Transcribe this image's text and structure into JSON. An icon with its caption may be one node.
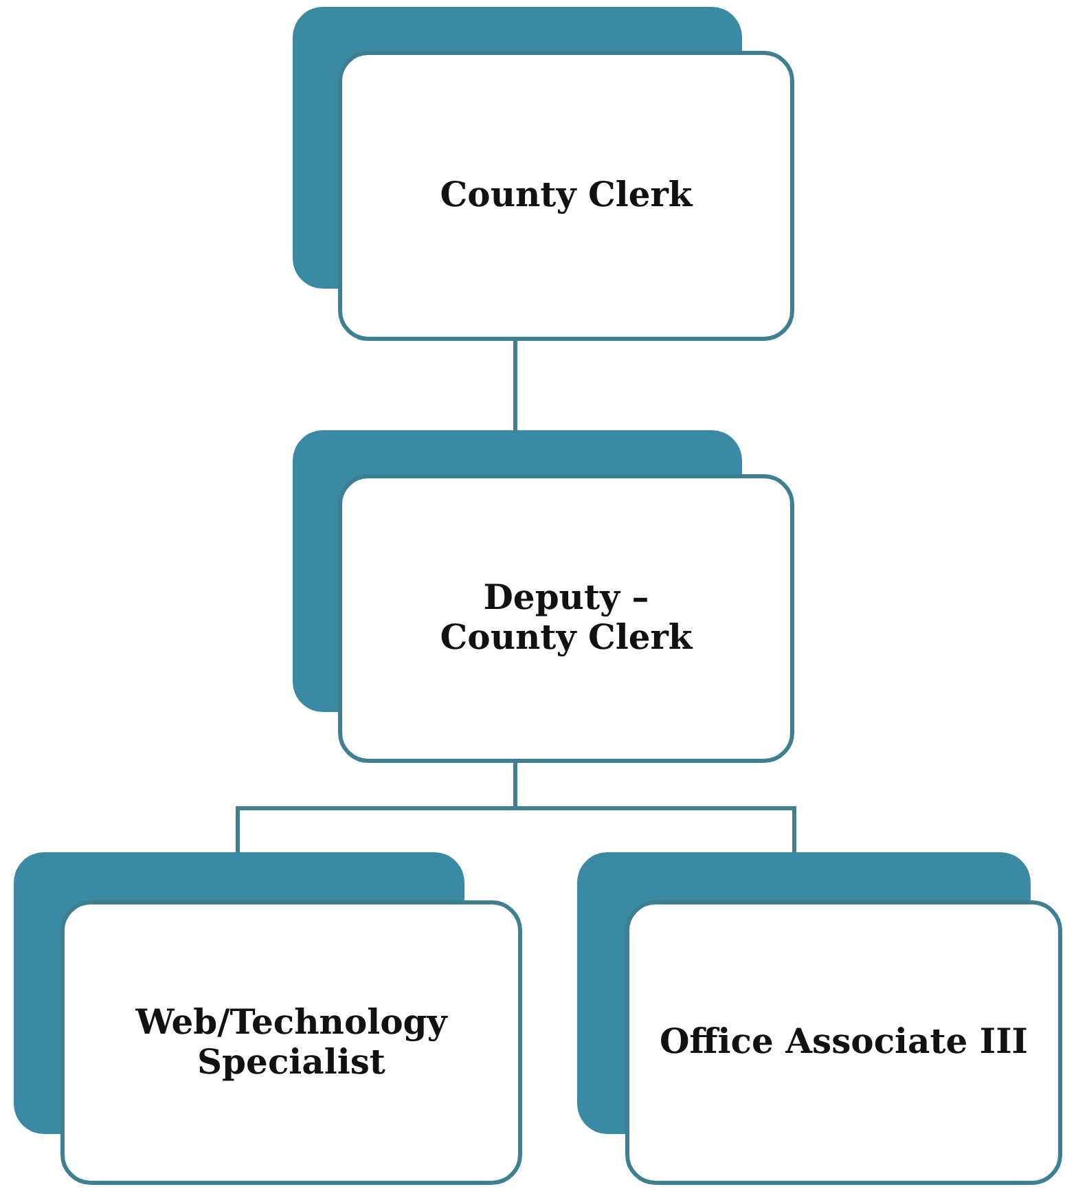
{
  "diagram": {
    "nodes": [
      {
        "text": [
          "County Clerk"
        ]
      },
      {
        "text": [
          "Deputy – County Clerk"
        ]
      },
      {
        "text": [
          "Web/Technology Specialist"
        ]
      },
      {
        "text": [
          "Office Associate III"
        ]
      }
    ],
    "edges": [
      {
        "from": 0,
        "to": 1,
        "arrow": "none"
      },
      {
        "from": 1,
        "to": 2,
        "arrow": "none"
      },
      {
        "from": 1,
        "to": 3,
        "arrow": "none"
      }
    ]
  }
}
